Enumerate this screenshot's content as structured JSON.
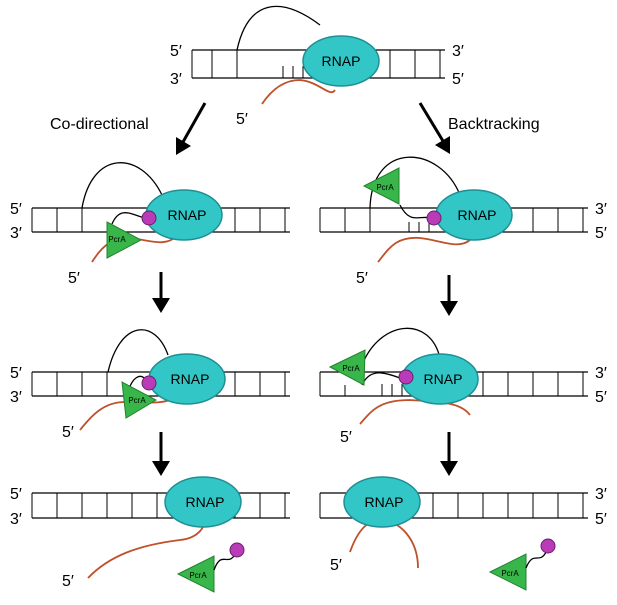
{
  "labels": {
    "five_prime": "5′",
    "three_prime": "3′",
    "rnap": "RNAP",
    "pcra": "PcrA",
    "co_directional": "Co-directional",
    "backtracking": "Backtracking"
  },
  "colors": {
    "rnap_fill": "#33c6c6",
    "pcra_fill": "#38b64a",
    "rna_strand": "#c0502a",
    "magenta_bead": "#b93bb8"
  }
}
